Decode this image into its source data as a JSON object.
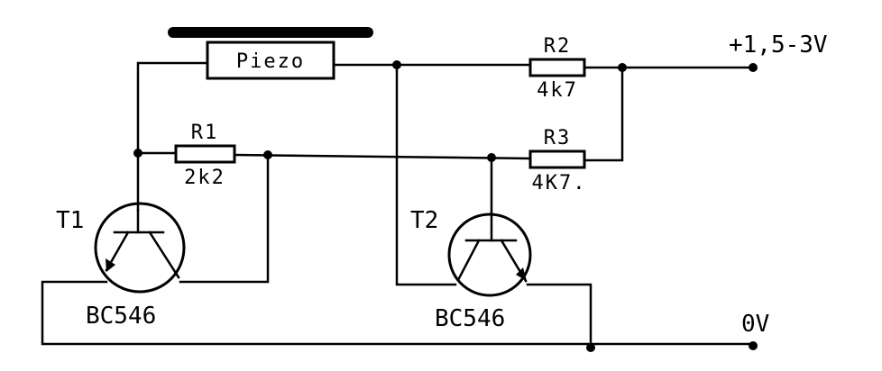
{
  "components": {
    "piezo": {
      "label": "Piezo"
    },
    "r1": {
      "ref": "R1",
      "value": "2k2"
    },
    "r2": {
      "ref": "R2",
      "value": "4k7"
    },
    "r3": {
      "ref": "R3",
      "value": "4K7."
    },
    "t1": {
      "ref": "T1",
      "part": "BC546"
    },
    "t2": {
      "ref": "T2",
      "part": "BC546"
    }
  },
  "terminals": {
    "supply": "+1,5-3V",
    "ground": "0V"
  }
}
